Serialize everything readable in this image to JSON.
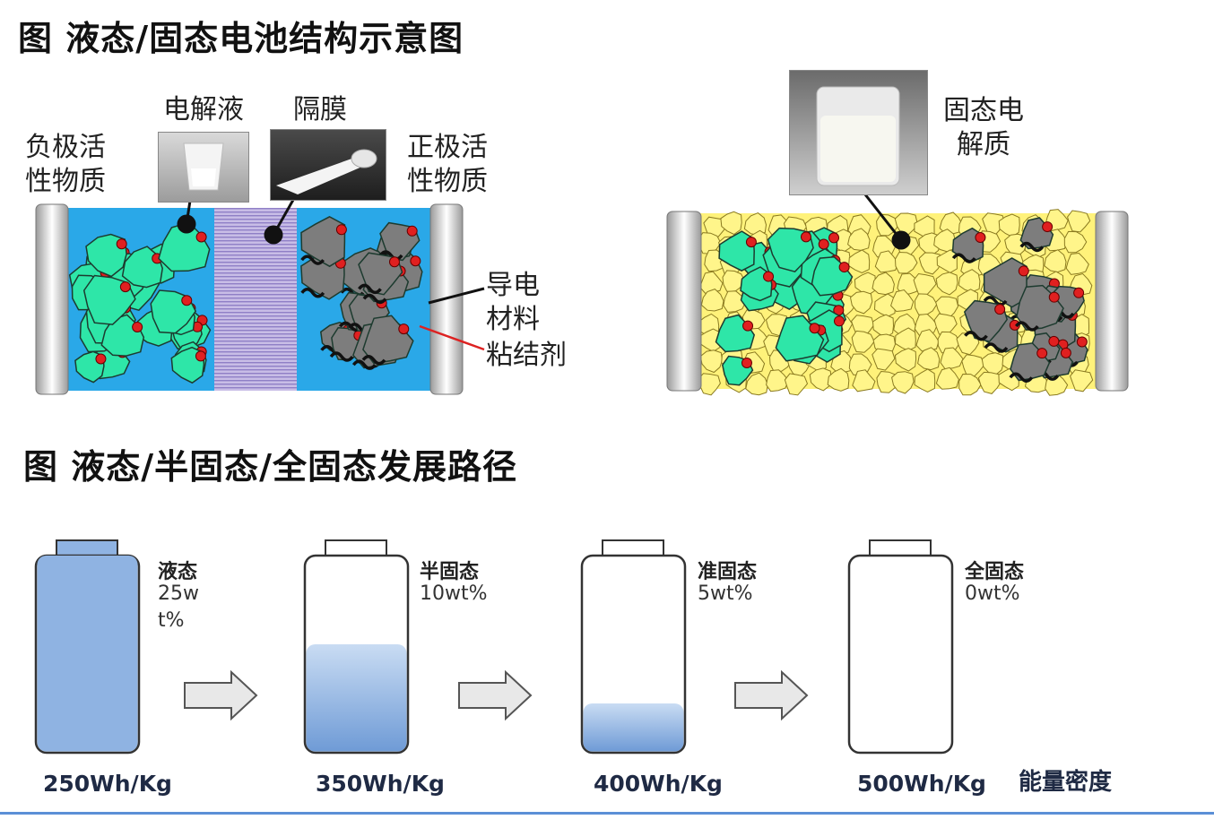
{
  "titles": {
    "structure": "图 液态/固态电池结构示意图",
    "path": "图 液态/半固态/全固态发展路径"
  },
  "liquid_cell": {
    "anode_label": "负极活\n性物质",
    "electrolyte_label": "电解液",
    "separator_label": "隔膜",
    "cathode_label": "正极活\n性物质",
    "conductive_label": "导电\n材料",
    "binder_label": "粘结剂"
  },
  "solid_cell": {
    "electrolyte_label": "固态电\n解质"
  },
  "stages": [
    {
      "name": "液态",
      "wt": "25wt%",
      "energy": "250Wh/Kg",
      "fill_fraction": 1.0
    },
    {
      "name": "半固态",
      "wt": "10wt%",
      "energy": "350Wh/Kg",
      "fill_fraction": 0.55
    },
    {
      "name": "准固态",
      "wt": "5wt%",
      "energy": "400Wh/Kg",
      "fill_fraction": 0.25
    },
    {
      "name": "全固态",
      "wt": "0wt%",
      "energy": "500Wh/Kg",
      "fill_fraction": 0.0
    }
  ],
  "axis_label": "能量密度",
  "colors": {
    "anode_particle": "#2ee6a8",
    "cathode_particle": "#7d7d7d",
    "liquid_electrolyte": "#2aa8e8",
    "solid_electrolyte": "#fff27a",
    "separator": "#b7a9d8",
    "additive": "#e02020",
    "battery_fill": "#8fb3e2"
  }
}
